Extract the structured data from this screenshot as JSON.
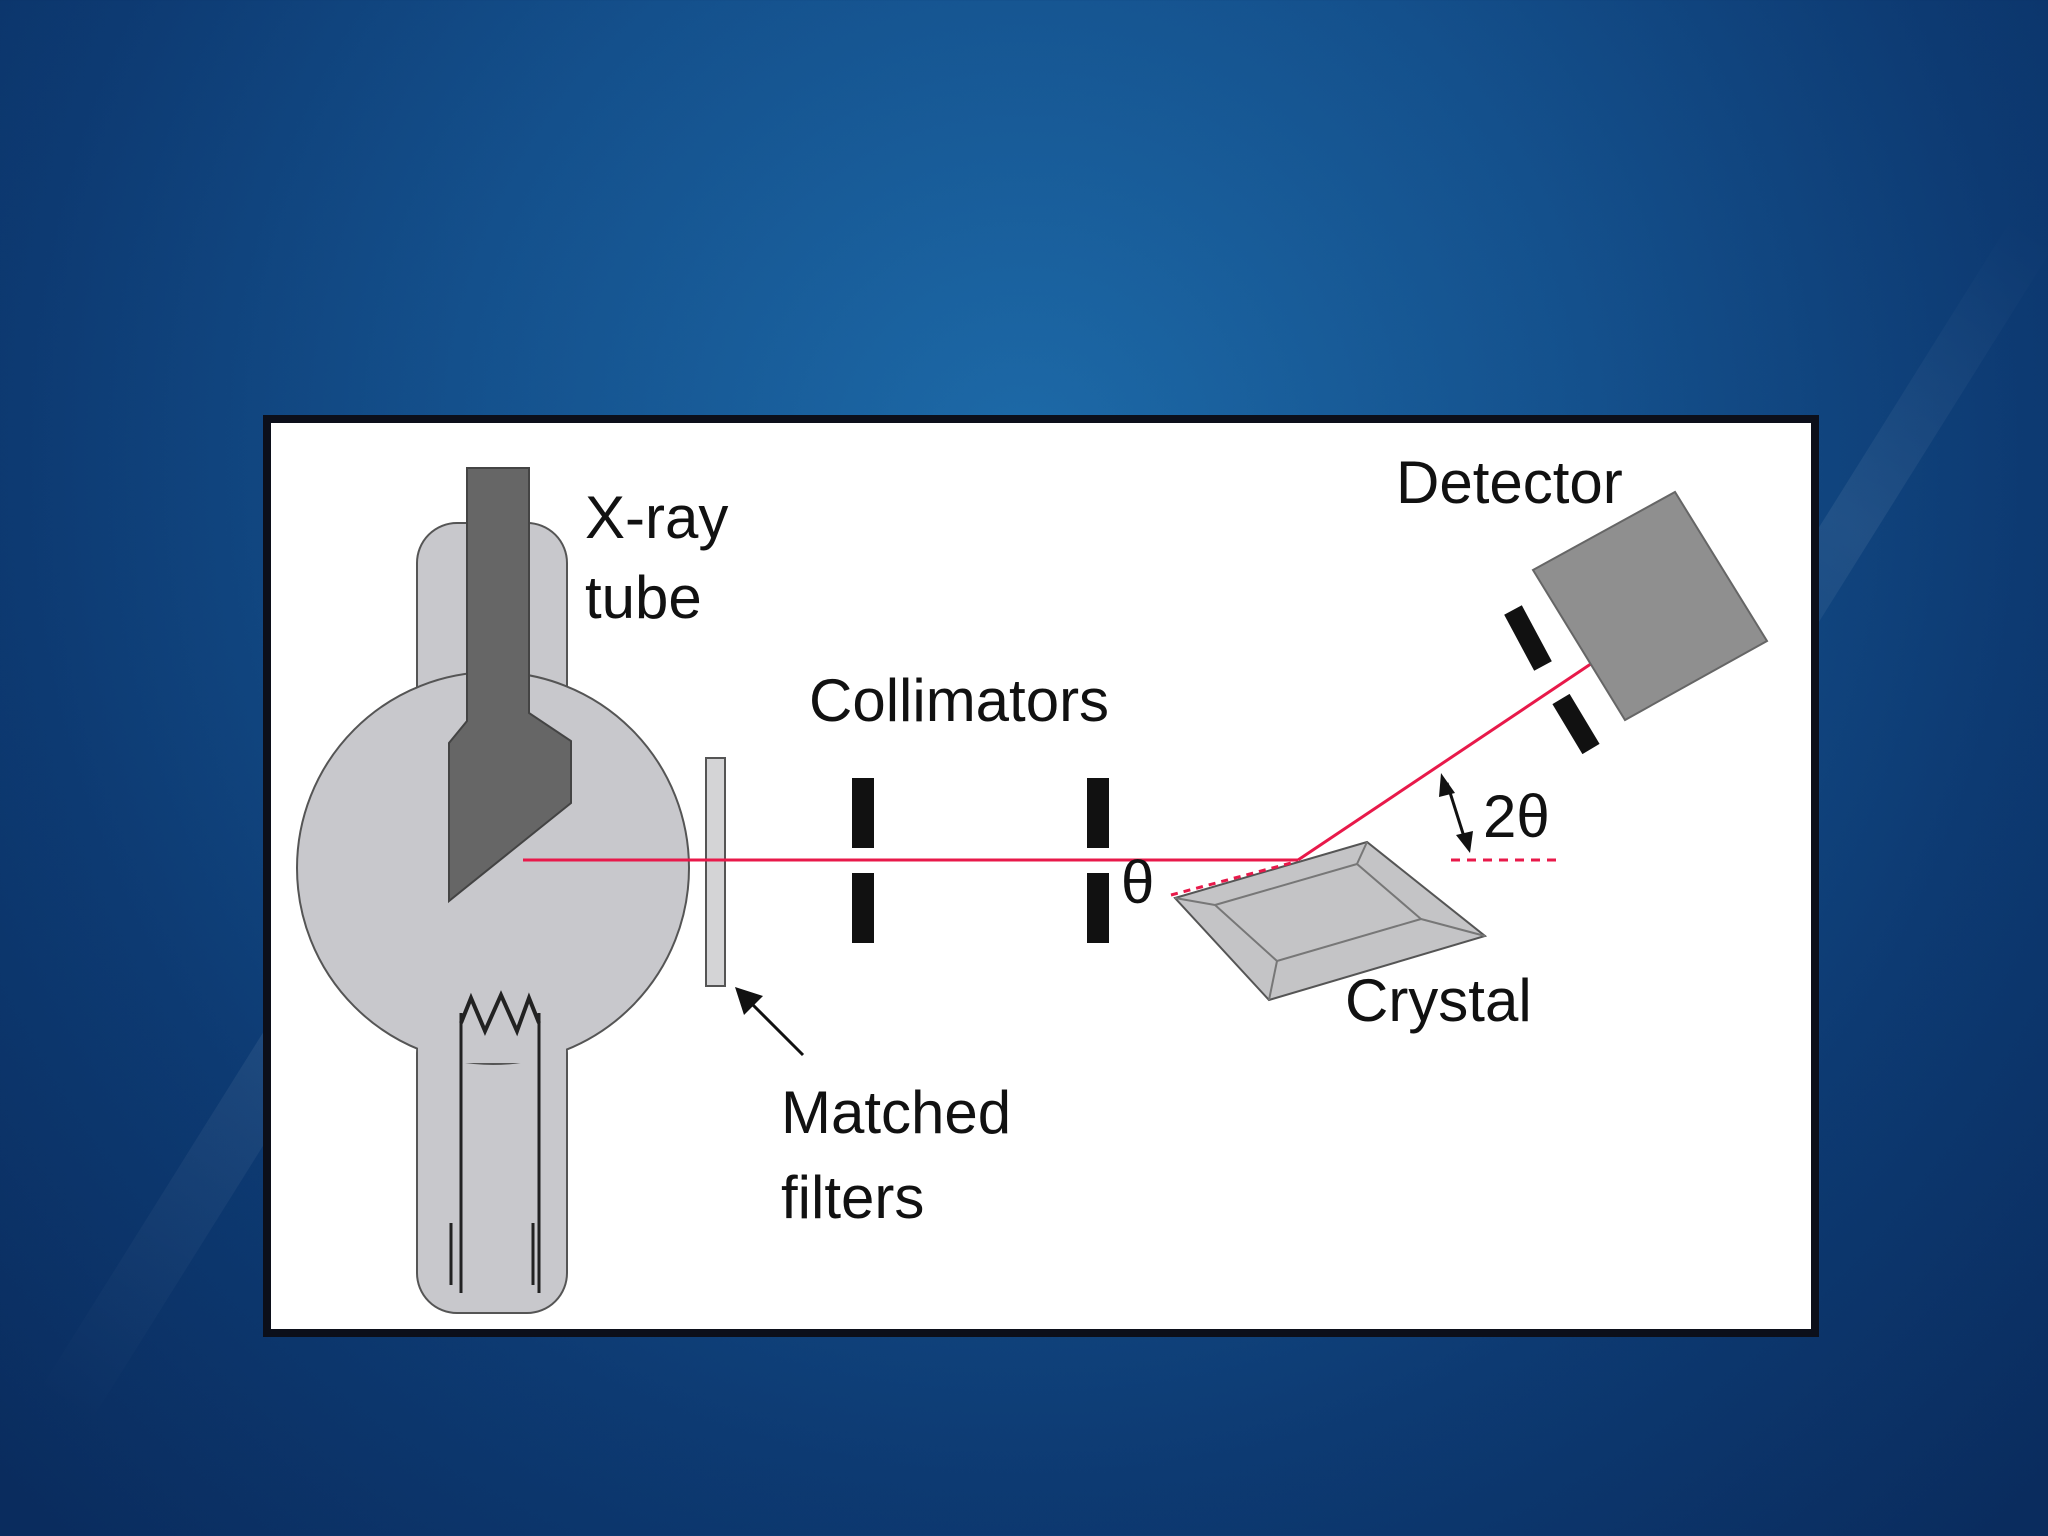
{
  "diagram": {
    "labels": {
      "xray_tube_line1": "X-ray",
      "xray_tube_line2": "tube",
      "collimators": "Collimators",
      "detector": "Detector",
      "two_theta": "2θ",
      "theta": "θ",
      "crystal": "Crystal",
      "matched_filters_line1": "Matched",
      "matched_filters_line2": "filters"
    },
    "colors": {
      "beam": "#e8194a",
      "tube_body": "#c8c8cc",
      "target": "#666666",
      "detector": "#8f8f8f",
      "collimator": "#111111",
      "crystal": "#c4c4c6"
    }
  }
}
